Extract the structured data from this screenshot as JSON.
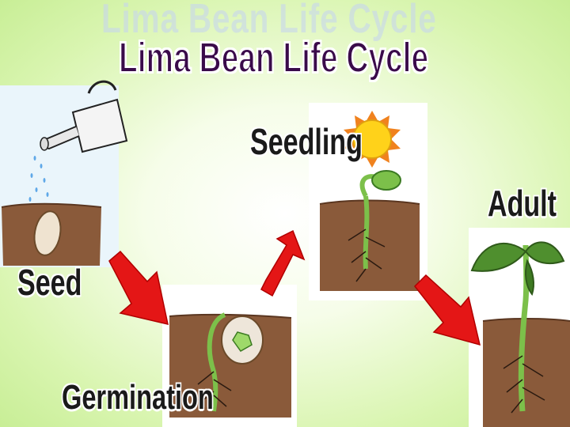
{
  "title": "Lima Bean Life Cycle",
  "stages": [
    {
      "label": "Seed"
    },
    {
      "label": "Germination"
    },
    {
      "label": "Seedling"
    },
    {
      "label": "Adult"
    }
  ],
  "colors": {
    "title": "#3a0b4a",
    "soil": "#8a5a3a",
    "stem": "#7cc04a",
    "arrow": "#e41616",
    "sun": "#ffd21a"
  },
  "icons": [
    "watering-can-icon",
    "sun-icon",
    "arrow-icon"
  ]
}
